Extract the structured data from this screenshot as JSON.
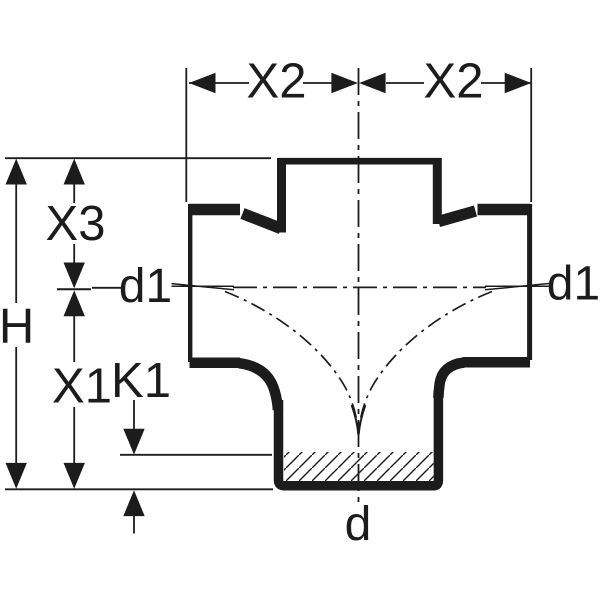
{
  "diagram": {
    "labels": {
      "x2_left": "X2",
      "x2_right": "X2",
      "x3": "X3",
      "h": "H",
      "x1": "X1",
      "k1": "K1",
      "d1_left": "d1",
      "d1_right": "d1",
      "d": "d"
    },
    "colors": {
      "line": "#1c1c1c",
      "background": "#ffffff"
    }
  }
}
